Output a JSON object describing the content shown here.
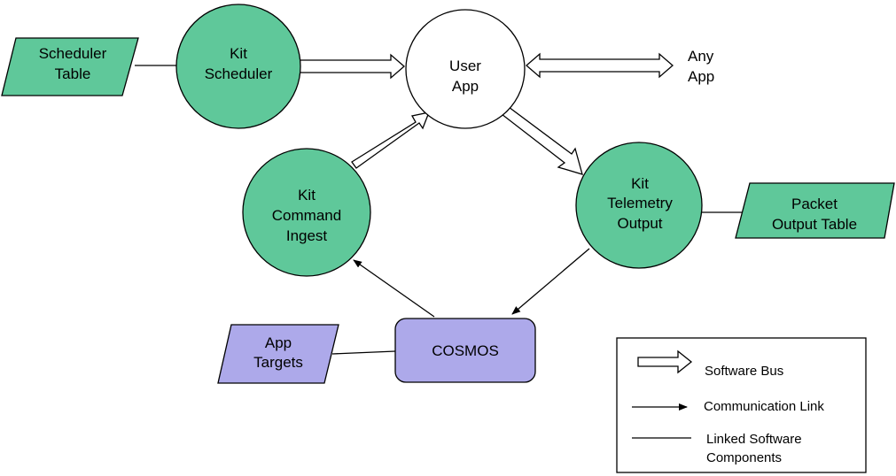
{
  "colors": {
    "kit_fill": "#5fc89a",
    "target_fill": "#ada9ea",
    "stroke": "#000000",
    "white": "#ffffff"
  },
  "nodes": {
    "scheduler_table": [
      "Scheduler",
      "Table"
    ],
    "kit_scheduler": [
      "Kit",
      "Scheduler"
    ],
    "user_app": [
      "User",
      "App"
    ],
    "any_app": [
      "Any",
      "App"
    ],
    "kit_command_ingest": [
      "Kit",
      "Command",
      "Ingest"
    ],
    "kit_telemetry_output": [
      "Kit",
      "Telemetry",
      "Output"
    ],
    "packet_output_table": [
      "Packet",
      "Output Table"
    ],
    "cosmos": "COSMOS",
    "app_targets": [
      "App",
      "Targets"
    ]
  },
  "legend": {
    "software_bus": "Software Bus",
    "communication_link": "Communication Link",
    "linked_components": [
      "Linked Software",
      "Components"
    ]
  }
}
